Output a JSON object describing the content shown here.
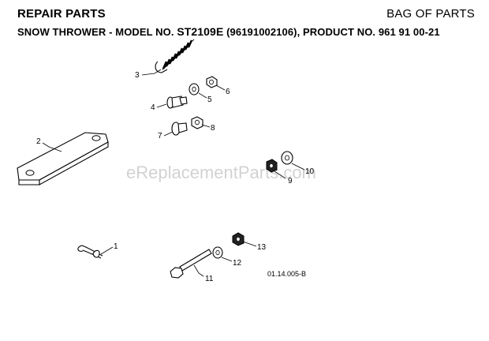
{
  "header": {
    "section_title": "REPAIR PARTS",
    "page_category": "BAG OF PARTS",
    "subtitle_prefix": "SNOW THROWER - MODEL NO.",
    "model_number": "ST2109E",
    "subtitle_suffix": "(96191002106), PRODUCT NO. 961 91 00-21"
  },
  "diagram": {
    "figure_code": "01.14.005-B",
    "watermark": "eReplacementParts.com",
    "callouts": [
      {
        "number": "1",
        "part": "clevis-pin"
      },
      {
        "number": "2",
        "part": "bracket"
      },
      {
        "number": "3",
        "part": "spring"
      },
      {
        "number": "4",
        "part": "carriage-bolt"
      },
      {
        "number": "5",
        "part": "washer"
      },
      {
        "number": "6",
        "part": "lock-nut"
      },
      {
        "number": "7",
        "part": "carriage-bolt"
      },
      {
        "number": "8",
        "part": "lock-nut"
      },
      {
        "number": "9",
        "part": "nut"
      },
      {
        "number": "10",
        "part": "washer"
      },
      {
        "number": "11",
        "part": "hex-bolt"
      },
      {
        "number": "12",
        "part": "washer"
      },
      {
        "number": "13",
        "part": "nut"
      }
    ]
  }
}
